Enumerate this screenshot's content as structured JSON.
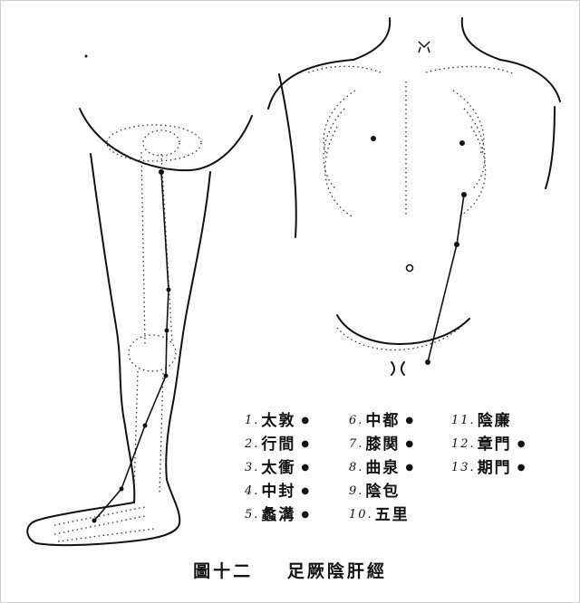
{
  "legend": {
    "col1": [
      {
        "num": "1.",
        "label": "太敦"
      },
      {
        "num": "2.",
        "label": "行間"
      },
      {
        "num": "3.",
        "label": "太衝"
      },
      {
        "num": "4.",
        "label": "中封"
      },
      {
        "num": "5.",
        "label": "蠡溝"
      }
    ],
    "col2": [
      {
        "num": "6.",
        "label": "中都"
      },
      {
        "num": "7.",
        "label": "膝関"
      },
      {
        "num": "8.",
        "label": "曲泉"
      },
      {
        "num": "9.",
        "label": "陰包"
      },
      {
        "num": "10.",
        "label": "五里"
      }
    ],
    "col3": [
      {
        "num": "11.",
        "label": "陰廉"
      },
      {
        "num": "12.",
        "label": "章門"
      },
      {
        "num": "13.",
        "label": "期門"
      }
    ]
  },
  "caption": {
    "figure": "圖十二",
    "title": "足厥陰肝經"
  }
}
